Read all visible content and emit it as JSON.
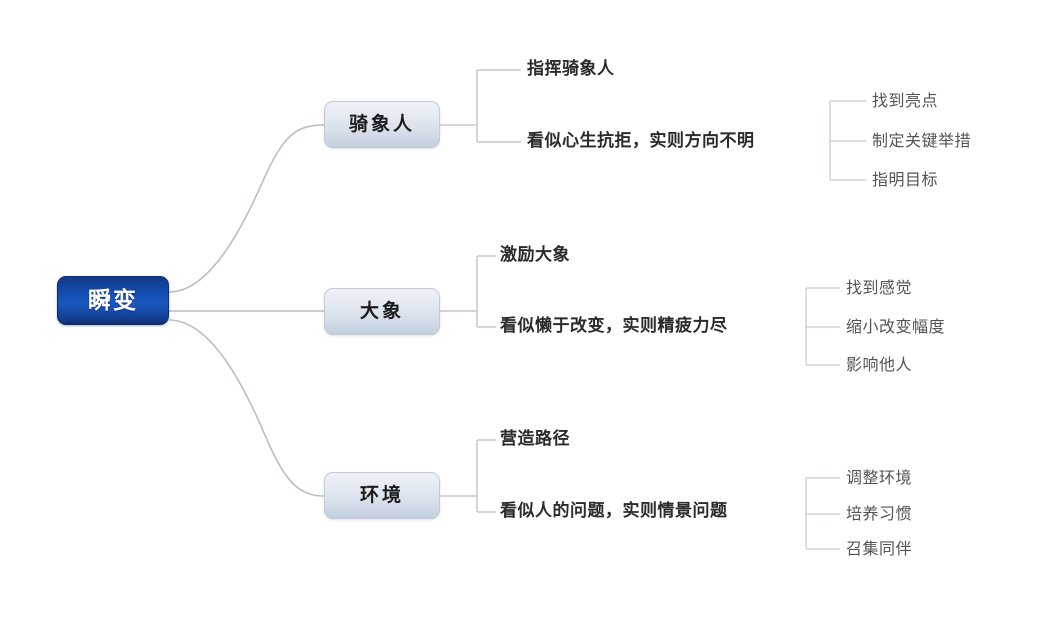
{
  "diagram": {
    "title": "瞬变",
    "type": "mind-map",
    "colors": {
      "root_fill": "#1551b8",
      "root_text": "#ffffff",
      "branch_fill": "#dde4ee",
      "branch_text": "#1c1c1c",
      "topic_text": "#2b2b2b",
      "sub_text": "#545454",
      "connector": "#b9bec6",
      "background": "#ffffff"
    },
    "root": {
      "label": "瞬变"
    },
    "branches": [
      {
        "id": "rider",
        "label": "骑象人",
        "topics": [
          {
            "label": "指挥骑象人"
          },
          {
            "label": "看似心生抗拒，实则方向不明"
          }
        ],
        "subitems": [
          {
            "label": "找到亮点"
          },
          {
            "label": "制定关键举措"
          },
          {
            "label": "指明目标"
          }
        ]
      },
      {
        "id": "elephant",
        "label": "大象",
        "topics": [
          {
            "label": "激励大象"
          },
          {
            "label": "看似懒于改变，实则精疲力尽"
          }
        ],
        "subitems": [
          {
            "label": "找到感觉"
          },
          {
            "label": "缩小改变幅度"
          },
          {
            "label": "影响他人"
          }
        ]
      },
      {
        "id": "path",
        "label": "环境",
        "topics": [
          {
            "label": "营造路径"
          },
          {
            "label": "看似人的问题，实则情景问题"
          }
        ],
        "subitems": [
          {
            "label": "调整环境"
          },
          {
            "label": "培养习惯"
          },
          {
            "label": "召集同伴"
          }
        ]
      }
    ]
  }
}
